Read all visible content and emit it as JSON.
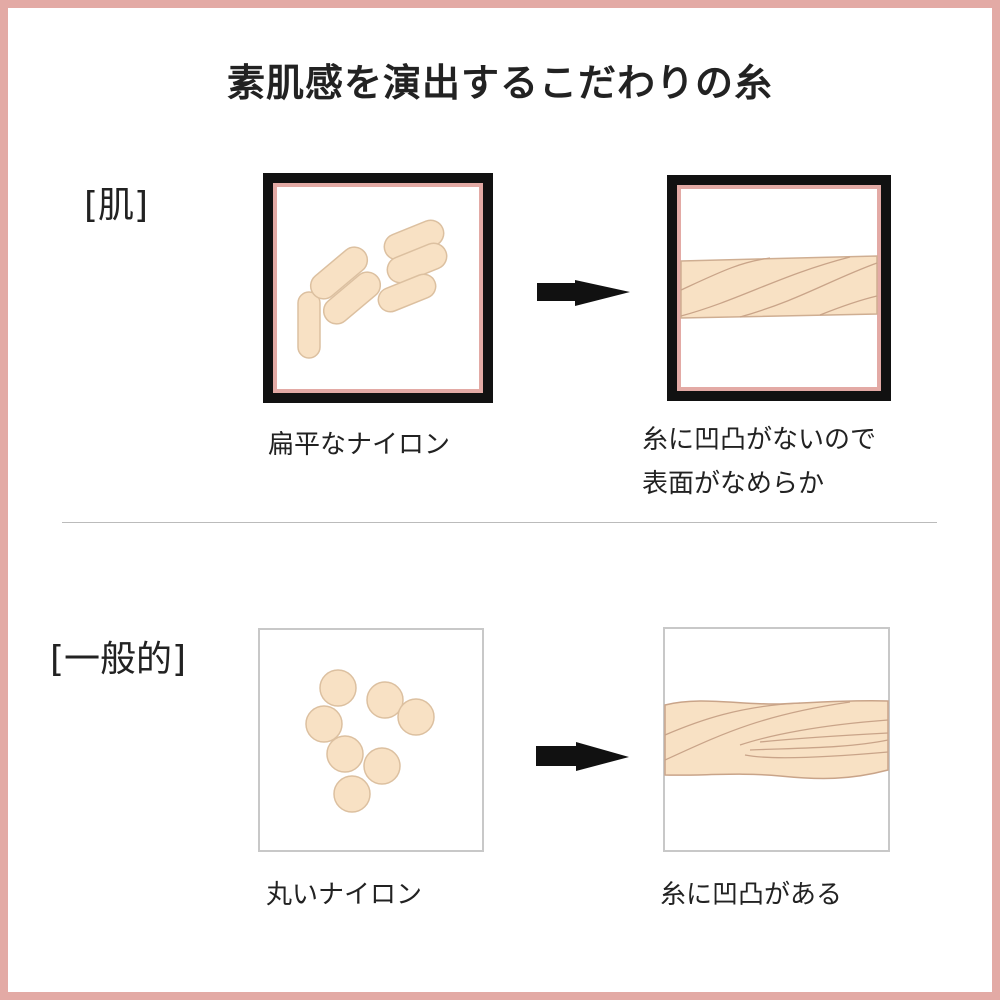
{
  "title": "素肌感を演出するこだわりの糸",
  "sections": [
    {
      "label": "[肌]",
      "before_caption": "扁平なナイロン",
      "after_caption_lines": [
        "糸に凹凸がないので",
        "表面がなめらか"
      ]
    },
    {
      "label": "[一般的]",
      "before_caption": "丸いナイロン",
      "after_caption_lines": [
        "糸に凹凸がある"
      ]
    }
  ],
  "colors": {
    "frame": "#e3aaa5",
    "fiber_fill": "#f8e1c4",
    "fiber_stroke": "#d9b99a",
    "box_black": "#111111",
    "box_gray": "#c8c8c8"
  }
}
